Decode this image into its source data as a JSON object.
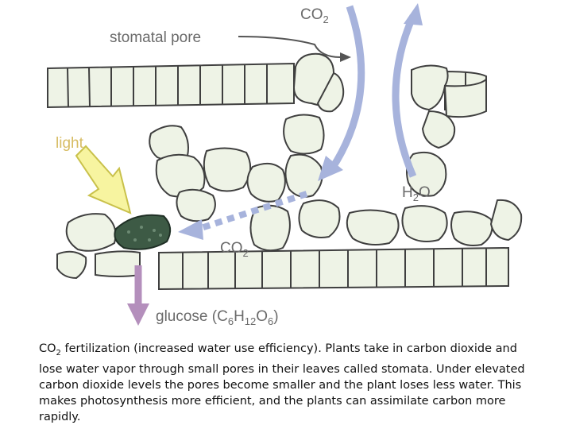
{
  "labels": {
    "co2_top": {
      "base": "CO",
      "sub": "2"
    },
    "stomatal_pore": "stomatal pore",
    "light": "light",
    "h2o": {
      "pre": "H",
      "sub": "2",
      "post": "O"
    },
    "co2_mid": {
      "base": "CO",
      "sub": "2"
    },
    "glucose": {
      "pre": "glucose (C",
      "s1": "6",
      "m1": "H",
      "s2": "12",
      "m2": "O",
      "s3": "6",
      "post": ")"
    }
  },
  "caption": {
    "co2": "CO",
    "co2_sub": "2",
    "text": " fertilization (increased water use efficiency).  Plants take in carbon dioxide and lose water vapor through small pores in their leaves called stomata.  Under elevated carbon dioxide levels the pores become smaller and the plant loses less water.  This makes photosynthesis more efficient, and the plants can assimilate carbon more rapidly."
  },
  "colors": {
    "cell_fill": "#eef3e6",
    "cell_stroke": "#3f3f3f",
    "co2_arrow": "#a7b3dc",
    "light_arrow": "#f7f4a0",
    "glucose_arrow": "#b48fbc",
    "chloroplast": "#3d5a45"
  },
  "icons": {
    "light": "light-arrow-icon",
    "co2_in": "co2-arrow-icon",
    "h2o_out": "h2o-arrow-icon",
    "glucose": "glucose-arrow-icon"
  }
}
